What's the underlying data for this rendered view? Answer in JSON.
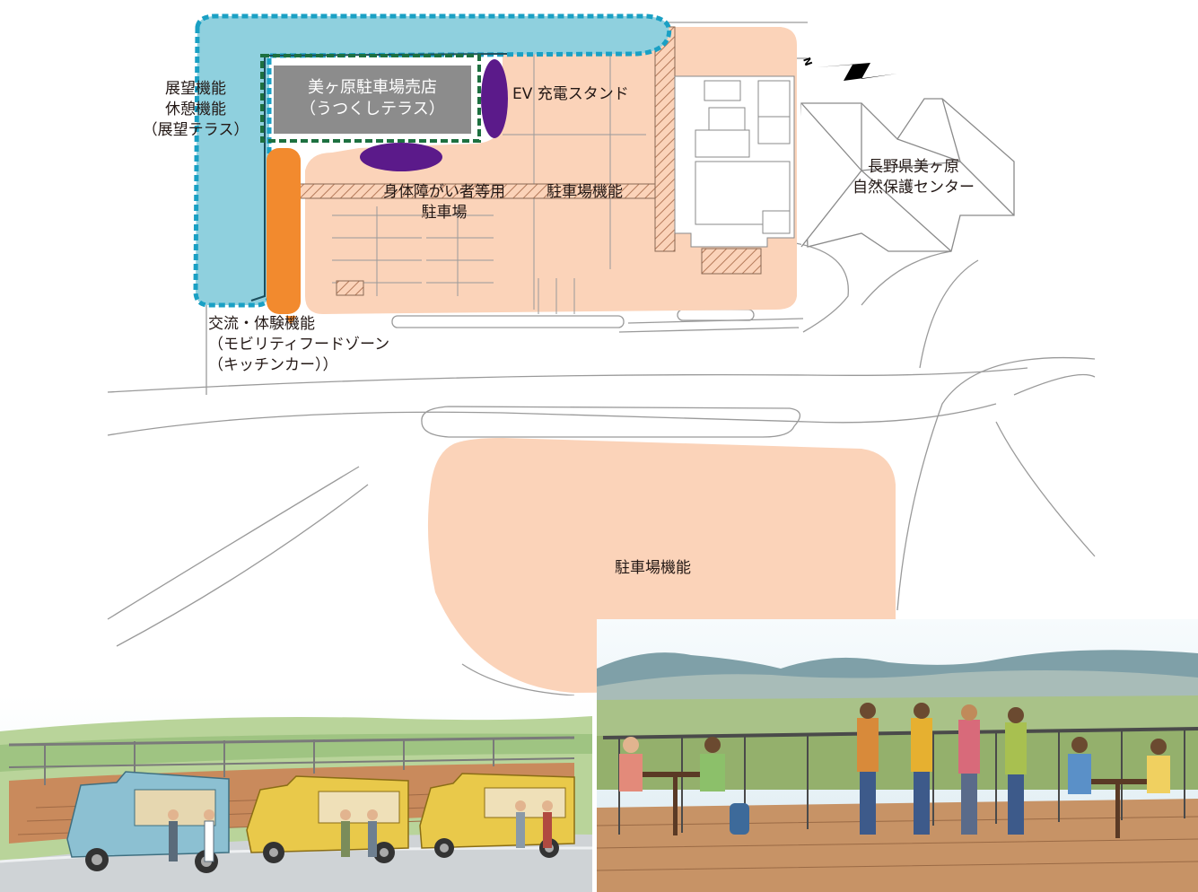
{
  "labels": {
    "observation": [
      "展望機能",
      "休憩機能",
      "（展望テラス）"
    ],
    "shop": [
      "美ヶ原駐車場売店",
      "（うつくしテラス）"
    ],
    "ev": "EV 充電スタンド",
    "disabled_parking": [
      "身体障がい者等用",
      "駐車場"
    ],
    "parking_upper": "駐車場機能",
    "nature_center": [
      "長野県美ヶ原",
      "自然保護センター"
    ],
    "exchange": [
      "交流・体験機能",
      "（モビリティフードゾーン",
      "（キッチンカー））"
    ],
    "parking_lower": "駐車場機能",
    "north_mark": "N"
  },
  "colors": {
    "terrace_fill": "#8fd0de",
    "terrace_dash": "#1aa0c4",
    "shop_fill": "#8c8c8c",
    "shop_border": "#1d7040",
    "ev_fill": "#5b1a8a",
    "exchange_fill": "#f28a2e",
    "parking_fill": "#fbd3b9",
    "road_line": "#9a9a9a",
    "text": "#231815"
  },
  "illustrations": {
    "left": "food-trucks-illustration",
    "right": "observation-terrace-illustration"
  }
}
